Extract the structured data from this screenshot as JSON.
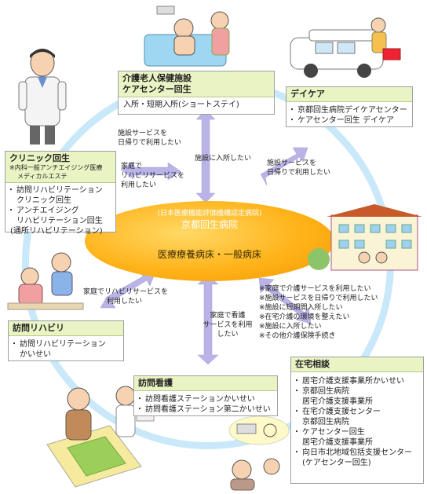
{
  "center": {
    "certification": "(日本医療機能評価機構認定病院)",
    "hospital_name": "京都回生病院",
    "wards": "医療療養病床・一般病床"
  },
  "nodes": {
    "roken": {
      "title_line1": "介護老人保健施設",
      "title_line2": "ケアセンター回生",
      "body": "入所・短期入所(ショートステイ)"
    },
    "daycare": {
      "title": "デイケア",
      "items": [
        "京都回生病院デイケアセンター",
        "ケアセンター回生 デイケア"
      ]
    },
    "clinic": {
      "title": "クリニック回生",
      "subtitle_line1": "※内科一般アンチエイジング医療",
      "subtitle_line2": "メディカルエステ",
      "item1": "訪問リハビリテーション",
      "item1_sub": "クリニック回生",
      "item2_line1": "アンチエイジング",
      "item2_line2": "リハビリテーション回生",
      "item2_line3": "(通所リハビリテーション)"
    },
    "home_rehab": {
      "title": "訪問リハビリ",
      "item1": "訪問リハビリテーション",
      "item1_sub": "かいせい"
    },
    "home_nursing": {
      "title": "訪問看護",
      "items": [
        "訪問看護ステーションかいせい",
        "訪問看護ステーション第二かいせい"
      ]
    },
    "consult": {
      "title": "在宅相談",
      "item1": "居宅介護支援事業所かいせい",
      "item2": "京都回生病院",
      "item2_sub": "居宅介護支援事業所",
      "item3": "在宅介護支援センター",
      "item3_sub": "京都回生病院",
      "item4": "ケアセンター回生",
      "item4_sub": "居宅介護支援事業所",
      "item5": "向日市北地域包括支援センター",
      "item5_sub": "(ケアセンター回生)"
    }
  },
  "arrow_notes": {
    "left_top_a1": "施設サービスを",
    "left_top_a2": "日帰りで利用したい",
    "left_top_b1": "家庭で",
    "left_top_b2": "リハビリサービスを",
    "left_top_b3": "利用したい",
    "top": "施設に入所したい",
    "right_top1": "施設サービスを",
    "right_top2": "日帰りで利用したい",
    "left_bottom1": "家庭でリハビリサービスを",
    "left_bottom2": "利用したい",
    "bottom1": "家庭で看護",
    "bottom2": "サービスを利用",
    "bottom3": "したい",
    "right_bottom": [
      "※家庭で介護サービスを利用したい",
      "※施設サービスを日帰りで利用したい",
      "※施設に短期間入所したい",
      "※在宅介護の環境を整えたい",
      "※施設に入所したい",
      "※その他介護保険手続き"
    ]
  },
  "colors": {
    "ring": "#c9e8fa",
    "arrow": "#b9b3e6",
    "ellipse": "#ffb31a",
    "box_header": "#eaf3c3"
  }
}
